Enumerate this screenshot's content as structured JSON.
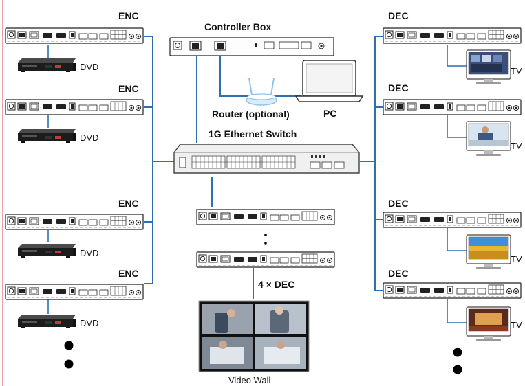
{
  "labels": {
    "enc": "ENC",
    "dec": "DEC",
    "dvd": "DVD",
    "tv": "TV",
    "controller_box": "Controller Box",
    "router": "Router (optional)",
    "pc": "PC",
    "switch": "1G Ethernet Switch",
    "four_dec": "4 × DEC",
    "video_wall": "Video Wall"
  },
  "colors": {
    "link": "#2f6fae",
    "device_outline": "#222222",
    "router": "#8fc3ea",
    "left_edge": "#d94040"
  },
  "icons": [
    "dvd-player-icon",
    "tv-icon",
    "router-icon",
    "laptop-icon",
    "ethernet-switch-icon",
    "video-wall-icon"
  ]
}
